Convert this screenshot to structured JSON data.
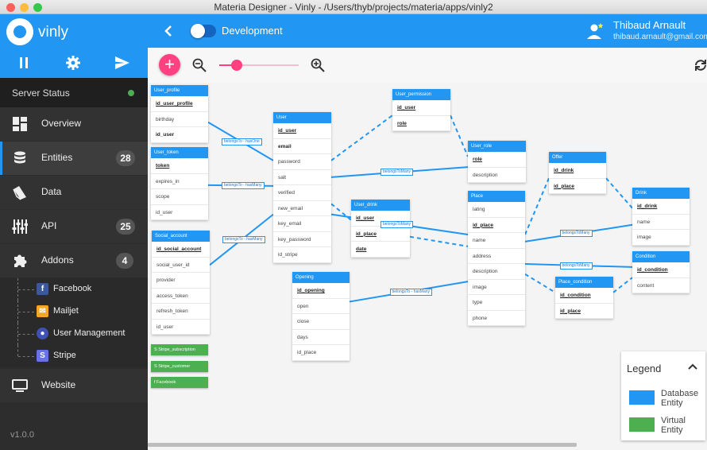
{
  "window": {
    "title": "Materia Designer - Vinly - /Users/thyb/projects/materia/apps/vinly2"
  },
  "sidebar": {
    "app_name": "vinly",
    "status": {
      "label": "Server Status",
      "color": "#4caf50"
    },
    "nav": [
      {
        "label": "Overview",
        "icon": "dashboard-icon",
        "badge": ""
      },
      {
        "label": "Entities",
        "icon": "database-icon",
        "badge": "28",
        "active": true
      },
      {
        "label": "Data",
        "icon": "data-icon",
        "badge": ""
      },
      {
        "label": "API",
        "icon": "api-sliders-icon",
        "badge": "25"
      },
      {
        "label": "Addons",
        "icon": "puzzle-icon",
        "badge": "4"
      }
    ],
    "addons": [
      {
        "label": "Facebook",
        "icon": "facebook-icon",
        "glyph": "f",
        "color": "#3b5998"
      },
      {
        "label": "Mailjet",
        "icon": "mailjet-icon",
        "glyph": "✉",
        "color": "#f5a623"
      },
      {
        "label": "User Management",
        "icon": "user-management-icon",
        "glyph": "●",
        "color": "#3f51b5"
      },
      {
        "label": "Stripe",
        "icon": "stripe-icon",
        "glyph": "S",
        "color": "#6772e5"
      }
    ],
    "website": {
      "label": "Website"
    },
    "version": "v1.0.0"
  },
  "appbar": {
    "environment": "Development",
    "user": {
      "name": "Thibaud Arnault",
      "email": "thibaud.arnault@gmail.com"
    }
  },
  "toolbar": {
    "zoom_level": 0.22
  },
  "colors": {
    "primary": "#2196f3",
    "virtual": "#4caf50",
    "accent": "#ff4081",
    "sidebar": "#2d2d2d"
  },
  "entities": [
    {
      "id": "user_profile",
      "name": "User_profile",
      "fields": [
        {
          "name": "id_user_profile",
          "kind": "pk"
        },
        {
          "name": "birthday"
        },
        {
          "name": "id_user",
          "kind": "fk"
        }
      ]
    },
    {
      "id": "user_token",
      "name": "User_token",
      "fields": [
        {
          "name": "token",
          "kind": "pk"
        },
        {
          "name": "expires_in"
        },
        {
          "name": "scope"
        },
        {
          "name": "id_user"
        }
      ]
    },
    {
      "id": "social_account",
      "name": "Social_account",
      "fields": [
        {
          "name": "id_social_account",
          "kind": "pk"
        },
        {
          "name": "social_user_id"
        },
        {
          "name": "provider"
        },
        {
          "name": "access_token"
        },
        {
          "name": "refresh_token"
        },
        {
          "name": "id_user"
        }
      ]
    },
    {
      "id": "user",
      "name": "User",
      "fields": [
        {
          "name": "id_user",
          "kind": "pk"
        },
        {
          "name": "email",
          "kind": "fk"
        },
        {
          "name": "password"
        },
        {
          "name": "salt"
        },
        {
          "name": "verified"
        },
        {
          "name": "new_email"
        },
        {
          "name": "key_email"
        },
        {
          "name": "key_password"
        },
        {
          "name": "id_stripe"
        }
      ]
    },
    {
      "id": "user_permission",
      "name": "User_permission",
      "fields": [
        {
          "name": "id_user",
          "kind": "pk"
        },
        {
          "name": "role",
          "kind": "pk"
        }
      ]
    },
    {
      "id": "user_drink",
      "name": "User_drink",
      "fields": [
        {
          "name": "id_user",
          "kind": "pk"
        },
        {
          "name": "id_place",
          "kind": "pk"
        },
        {
          "name": "date",
          "kind": "pk"
        }
      ]
    },
    {
      "id": "opening",
      "name": "Opening",
      "fields": [
        {
          "name": "id_opening",
          "kind": "pk"
        },
        {
          "name": "open"
        },
        {
          "name": "close"
        },
        {
          "name": "days"
        },
        {
          "name": "id_place"
        }
      ]
    },
    {
      "id": "user_role",
      "name": "User_role",
      "fields": [
        {
          "name": "role",
          "kind": "pk"
        },
        {
          "name": "description"
        }
      ]
    },
    {
      "id": "place",
      "name": "Place",
      "fields": [
        {
          "name": "lating"
        },
        {
          "name": "id_place",
          "kind": "pk"
        },
        {
          "name": "name"
        },
        {
          "name": "address"
        },
        {
          "name": "description"
        },
        {
          "name": "image"
        },
        {
          "name": "type"
        },
        {
          "name": "phone"
        }
      ]
    },
    {
      "id": "offer",
      "name": "Offer",
      "fields": [
        {
          "name": "id_drink",
          "kind": "pk"
        },
        {
          "name": "id_place",
          "kind": "pk"
        }
      ]
    },
    {
      "id": "drink",
      "name": "Drink",
      "fields": [
        {
          "name": "id_drink",
          "kind": "pk"
        },
        {
          "name": "name"
        },
        {
          "name": "image"
        }
      ]
    },
    {
      "id": "condition",
      "name": "Condition",
      "fields": [
        {
          "name": "id_condition",
          "kind": "pk"
        },
        {
          "name": "content"
        }
      ]
    },
    {
      "id": "place_condition",
      "name": "Place_condition",
      "fields": [
        {
          "name": "id_condition",
          "kind": "pk"
        },
        {
          "name": "id_place",
          "kind": "pk"
        }
      ]
    }
  ],
  "virtual_entities": [
    {
      "id": "stripe_subscription",
      "name": "Stripe_subscription",
      "glyph": "S"
    },
    {
      "id": "stripe_customer",
      "name": "Stripe_customer",
      "glyph": "S"
    },
    {
      "id": "facebook",
      "name": "Facebook",
      "glyph": "f"
    }
  ],
  "relations": [
    {
      "from": "user_profile",
      "to": "user",
      "label": "belongsTo - hasOne",
      "style": "solid"
    },
    {
      "from": "user_token",
      "to": "user",
      "label": "belongsTo - hasMany",
      "style": "solid"
    },
    {
      "from": "social_account",
      "to": "user",
      "label": "belongsTo - hasMany",
      "style": "solid"
    },
    {
      "from": "user",
      "to": "user_permission",
      "label": "",
      "style": "dashed"
    },
    {
      "from": "user_permission",
      "to": "user_role",
      "label": "",
      "style": "dashed"
    },
    {
      "from": "user",
      "to": "user_role",
      "label": "belongsToMany",
      "style": "solid"
    },
    {
      "from": "user",
      "to": "user_drink",
      "label": "",
      "style": "dashed"
    },
    {
      "from": "user",
      "to": "place",
      "label": "belongsToMany",
      "style": "solid"
    },
    {
      "from": "user_drink",
      "to": "place",
      "label": "",
      "style": "dashed"
    },
    {
      "from": "opening",
      "to": "place",
      "label": "belongsTo - hasMany",
      "style": "solid"
    },
    {
      "from": "place",
      "to": "offer",
      "label": "",
      "style": "dashed"
    },
    {
      "from": "place",
      "to": "drink",
      "label": "belongsToMany",
      "style": "solid"
    },
    {
      "from": "offer",
      "to": "drink",
      "label": "",
      "style": "dashed"
    },
    {
      "from": "place",
      "to": "condition",
      "label": "belongsToMany",
      "style": "solid"
    },
    {
      "from": "place",
      "to": "place_condition",
      "label": "",
      "style": "dashed"
    },
    {
      "from": "place_condition",
      "to": "condition",
      "label": "",
      "style": "dashed"
    }
  ],
  "legend": {
    "title": "Legend",
    "items": [
      {
        "label": "Database Entity",
        "color": "#2196f3"
      },
      {
        "label": "Virtual Entity",
        "color": "#4caf50"
      }
    ]
  }
}
